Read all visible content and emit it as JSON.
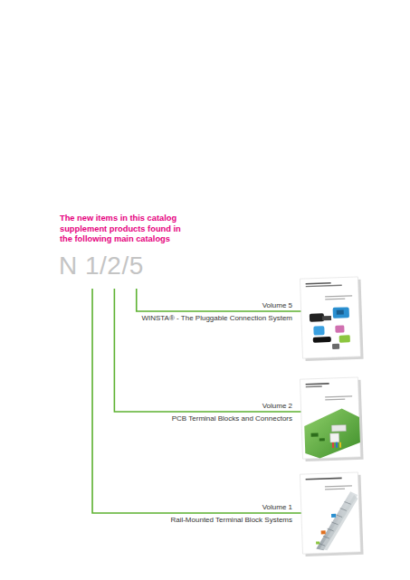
{
  "diagram": {
    "title": "The new items in this catalog supplement products found in the following main catalogs",
    "labels": [
      "N 1/2/5",
      "Volume 5",
      "WINSTA® - The Pluggable Connection System",
      "Volume 2",
      "PCB Terminal Blocks and Connectors",
      "Volume 1",
      "Rail-Mounted Terminal Block Systems"
    ]
  }
}
